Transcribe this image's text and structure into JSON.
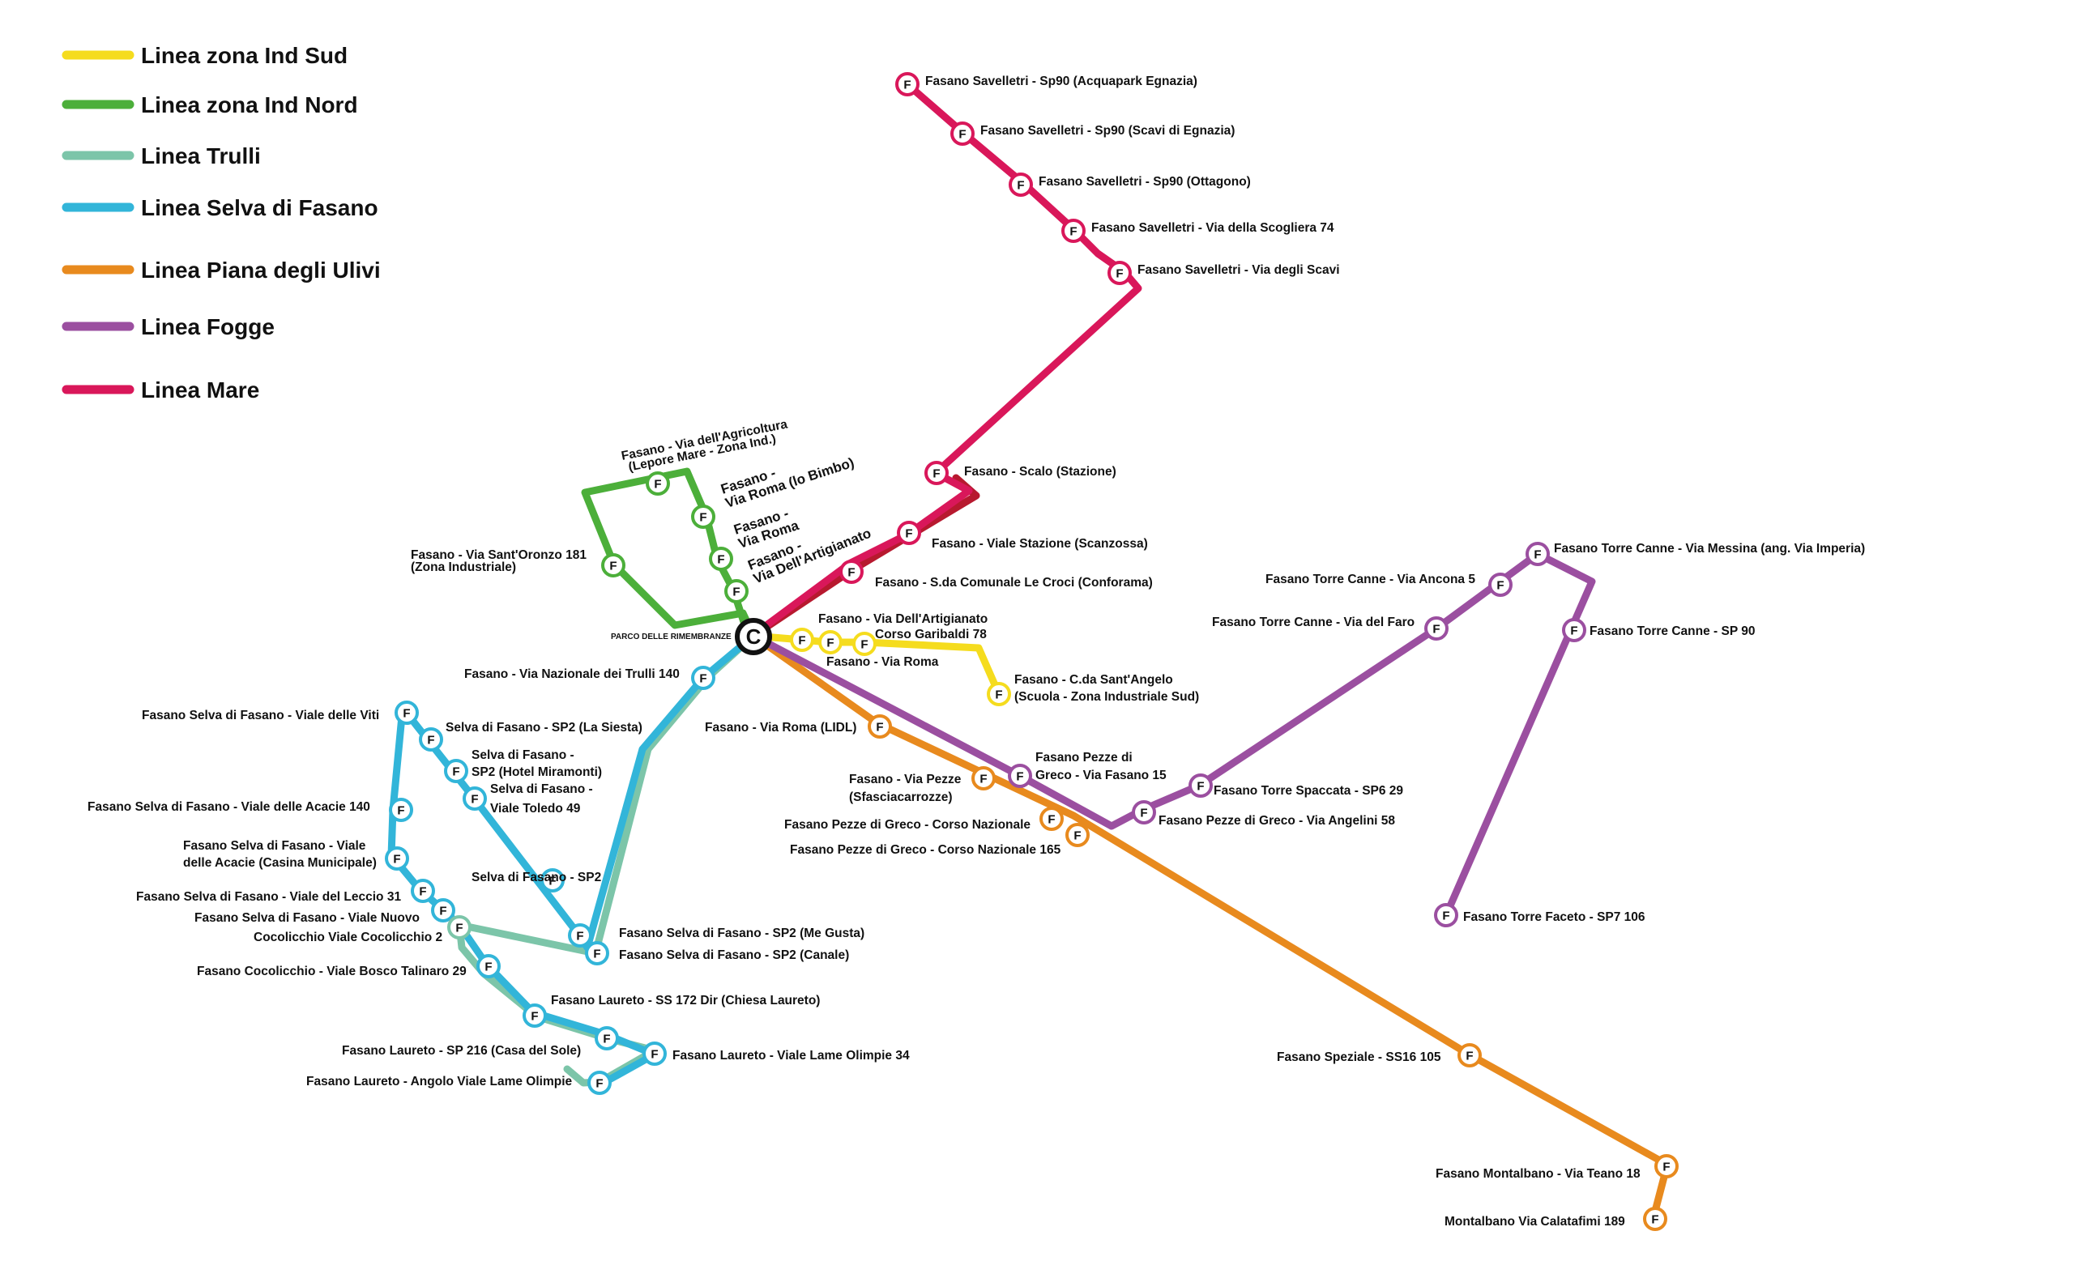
{
  "colors": {
    "ind_sud": "#f5dc1e",
    "ind_nord": "#4caf3a",
    "trulli": "#7cc5a9",
    "selva": "#32b5d9",
    "piana": "#e88a1e",
    "fogge": "#9b4fa0",
    "mare": "#d9175a",
    "mare_dark": "#b7192f"
  },
  "legend": [
    {
      "key": "ind_sud",
      "label": "Linea zona Ind Sud"
    },
    {
      "key": "ind_nord",
      "label": "Linea zona Ind Nord"
    },
    {
      "key": "trulli",
      "label": "Linea Trulli"
    },
    {
      "key": "selva",
      "label": "Linea Selva di Fasano"
    },
    {
      "key": "piana",
      "label": "Linea Piana degli Ulivi"
    },
    {
      "key": "fogge",
      "label": "Linea Fogge"
    },
    {
      "key": "mare",
      "label": "Linea Mare"
    }
  ],
  "hub": {
    "letter": "C",
    "label": "PARCO DELLE RIMEMBRANZE"
  },
  "stop_letter": "F",
  "stops": {
    "mare": [
      {
        "label": "Fasano Savelletri - Sp90 (Acquapark Egnazia)"
      },
      {
        "label": "Fasano Savelletri - Sp90 (Scavi di Egnazia)"
      },
      {
        "label": "Fasano Savelletri - Sp90 (Ottagono)"
      },
      {
        "label": "Fasano Savelletri - Via della Scogliera 74"
      },
      {
        "label": "Fasano Savelletri - Via degli Scavi"
      },
      {
        "label": "Fasano - Scalo (Stazione)"
      },
      {
        "label": "Fasano - Viale Stazione (Scanzossa)"
      },
      {
        "label": "Fasano - S.da Comunale Le Croci (Conforama)"
      }
    ],
    "ind_nord": [
      {
        "lines": [
          "Fasano - Via dell'Agricoltura",
          "(Lepore Mare - Zona Ind.)"
        ]
      },
      {
        "lines": [
          "Fasano -",
          "Via Roma (lo Bimbo)"
        ]
      },
      {
        "lines": [
          "Fasano -",
          "Via Roma"
        ]
      },
      {
        "lines": [
          "Fasano -",
          "Via Dell'Artigianato"
        ]
      },
      {
        "lines": [
          "Fasano - Via Sant'Oronzo 181",
          "(Zona Industriale)"
        ]
      }
    ],
    "ind_sud": [
      {
        "lines": [
          "Fasano - Via Dell'Artigianato"
        ]
      },
      {
        "lines": [
          "Corso Garibaldi 78"
        ]
      },
      {
        "lines": [
          "Fasano - Via Roma"
        ]
      },
      {
        "lines": [
          "Fasano - C.da Sant'Angelo",
          "(Scuola - Zona Industriale Sud)"
        ]
      }
    ],
    "fogge": [
      {
        "lines": [
          "Fasano Pezze di",
          "Greco - Via Fasano 15"
        ]
      },
      {
        "lines": [
          "Fasano Pezze di Greco - Via Angelini 58"
        ]
      },
      {
        "lines": [
          "Fasano Torre Spaccata - SP6 29"
        ]
      },
      {
        "lines": [
          "Fasano Torre Canne - Via del Faro"
        ]
      },
      {
        "lines": [
          "Fasano Torre Canne - Via Ancona 5"
        ]
      },
      {
        "lines": [
          "Fasano Torre Canne - Via Messina (ang. Via Imperia)"
        ]
      },
      {
        "lines": [
          "Fasano Torre Canne - SP 90"
        ]
      },
      {
        "lines": [
          "Fasano Torre Faceto - SP7 106"
        ]
      }
    ],
    "piana": [
      {
        "lines": [
          "Fasano - Via Roma (LIDL)"
        ]
      },
      {
        "lines": [
          "Fasano - Via Pezze",
          "(Sfasciacarrozze)"
        ]
      },
      {
        "lines": [
          "Fasano Pezze di Greco - Corso Nazionale"
        ]
      },
      {
        "lines": [
          "Fasano Pezze di Greco - Corso Nazionale 165"
        ]
      },
      {
        "lines": [
          "Fasano Speziale - SS16 105"
        ]
      },
      {
        "lines": [
          "Fasano Montalbano - Via Teano 18"
        ]
      },
      {
        "lines": [
          "Montalbano Via Calatafimi 189"
        ]
      }
    ],
    "selva": [
      {
        "lines": [
          "Fasano - Via Nazionale dei Trulli 140"
        ]
      },
      {
        "lines": [
          "Fasano Selva di Fasano - SP2 (Me Gusta)"
        ]
      },
      {
        "lines": [
          "Fasano Selva di Fasano - SP2 (Canale)"
        ]
      },
      {
        "lines": [
          "Selva di Fasano - SP2"
        ]
      },
      {
        "lines": [
          "Selva di Fasano -",
          "Viale Toledo 49"
        ]
      },
      {
        "lines": [
          "Selva di Fasano -",
          "SP2 (Hotel Miramonti)"
        ]
      },
      {
        "lines": [
          "Selva di Fasano - SP2 (La Siesta)"
        ]
      },
      {
        "lines": [
          "Fasano Selva di Fasano - Viale delle Viti"
        ]
      },
      {
        "lines": [
          "Fasano Selva di Fasano - Viale delle Acacie 140"
        ]
      },
      {
        "lines": [
          "Fasano Selva di Fasano - Viale",
          "delle Acacie (Casina Municipale)"
        ]
      },
      {
        "lines": [
          "Fasano Selva di Fasano - Viale del Leccio 31"
        ]
      },
      {
        "lines": [
          "Fasano Selva di Fasano - Viale Nuovo"
        ]
      },
      {
        "lines": [
          "Cocolicchio Viale Cocolicchio 2"
        ]
      },
      {
        "lines": [
          "Fasano Cocolicchio - Viale Bosco Talinaro 29"
        ]
      },
      {
        "lines": [
          "Fasano Laureto - SS 172 Dir (Chiesa Laureto)"
        ]
      },
      {
        "lines": [
          "Fasano Laureto - SP 216 (Casa del Sole)"
        ]
      },
      {
        "lines": [
          "Fasano Laureto - Viale Lame Olimpie 34"
        ]
      },
      {
        "lines": [
          "Fasano Laureto - Angolo Viale Lame Olimpie"
        ]
      }
    ]
  }
}
